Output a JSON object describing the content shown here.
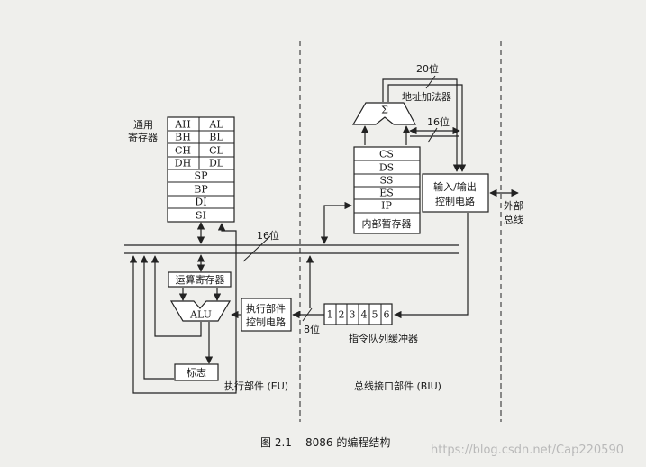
{
  "general_regs": {
    "label_line1": "通用",
    "label_line2": "寄存器",
    "pairs": [
      [
        "AH",
        "AL"
      ],
      [
        "BH",
        "BL"
      ],
      [
        "CH",
        "CL"
      ],
      [
        "DH",
        "DL"
      ]
    ],
    "singles": [
      "SP",
      "BP",
      "DI",
      "SI"
    ]
  },
  "alu_section": {
    "op_reg": "运算寄存器",
    "alu": "ALU",
    "flags": "标志"
  },
  "eu": {
    "control_line1": "执行部件",
    "control_line2": "控制电路",
    "label": "执行部件 (EU)"
  },
  "biu": {
    "adder_symbol": "Σ",
    "adder_label": "地址加法器",
    "bits20": "20位",
    "bits16_top": "16位",
    "bus_bits16": "16位",
    "bits8": "8位",
    "seg_regs": [
      "CS",
      "DS",
      "SS",
      "ES",
      "IP"
    ],
    "internal_regs": "内部暂存器",
    "io_line1": "输入/输出",
    "io_line2": "控制电路",
    "external_line1": "外部",
    "external_line2": "总线",
    "queue": [
      "1",
      "2",
      "3",
      "4",
      "5",
      "6"
    ],
    "queue_label": "指令队列缓冲器",
    "label": "总线接口部件 (BIU)"
  },
  "caption": {
    "number": "图 2.1",
    "title": "8086 的编程结构"
  },
  "watermark": "https://blog.csdn.net/Cap220590"
}
